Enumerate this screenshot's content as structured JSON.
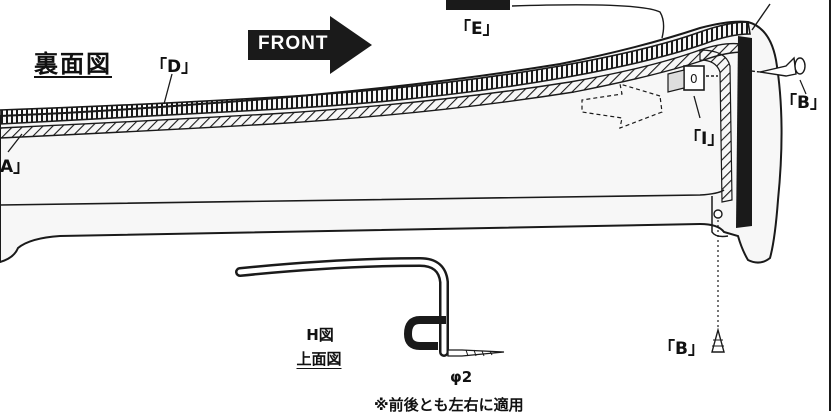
{
  "title": "裏面図",
  "front_label": "FRONT",
  "labels": {
    "d": "「D」",
    "a": "A」",
    "e": "「E」",
    "b_top": "「B」",
    "i": "「I」",
    "b_bottom": "「B」"
  },
  "detail": {
    "title": "H図",
    "subtitle": "上面図",
    "diameter": "φ2",
    "note": "※前後とも左右に適用"
  },
  "colors": {
    "line": "#1a1a1a",
    "arrow_fill": "#1a1a1a",
    "background": "#ffffff"
  }
}
